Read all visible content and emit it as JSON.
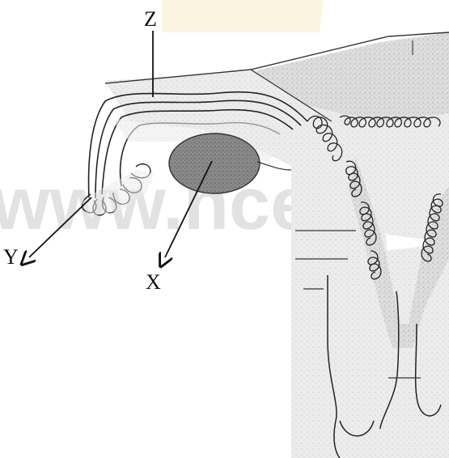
{
  "labels": {
    "z": "Z",
    "y": "Y",
    "x": "X"
  },
  "watermark": {
    "text": "www.ncert"
  },
  "colors": {
    "watermark_gray": "#d6d6d6",
    "watermark_gold": "#f3d68c",
    "tissue_shade": "#c9c9c9",
    "ovary_fill": "#7d7d7d",
    "line": "#222222"
  }
}
